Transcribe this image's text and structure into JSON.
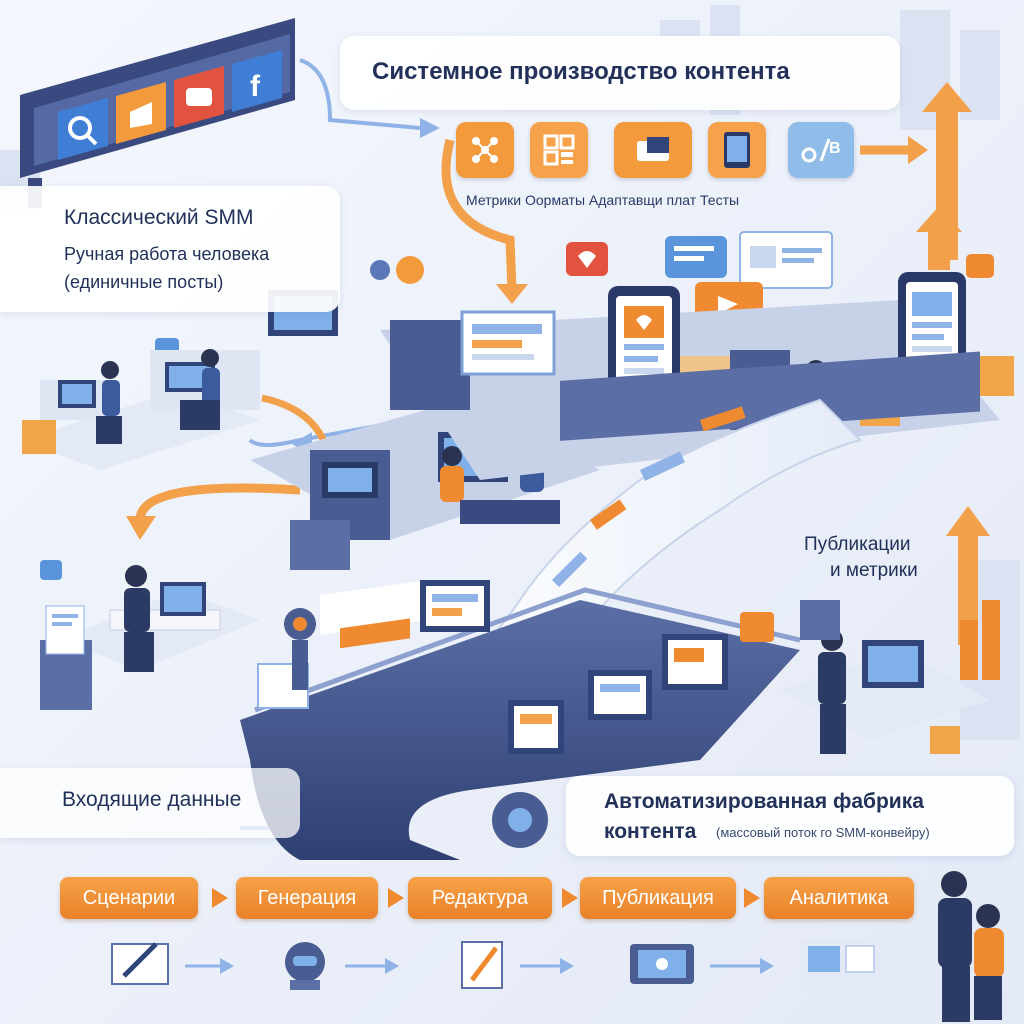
{
  "title": "Системное производство контента",
  "classic": {
    "heading": "Классический SMM",
    "line1": "Ручная работа человека",
    "line2": "(единичные посты)"
  },
  "features": {
    "labels": "Метрики  Оорматы  Адаптавщи плат Тесты",
    "tiles": [
      {
        "name": "network-icon",
        "color": "#f39a3c"
      },
      {
        "name": "grid-layout-icon",
        "color": "#f5a24a"
      },
      {
        "name": "chat-window-icon",
        "color": "#f39a3c"
      },
      {
        "name": "tablet-icon",
        "color": "#f5a24a"
      },
      {
        "name": "ab-test-icon",
        "color": "#8fbce8"
      }
    ]
  },
  "publications": {
    "line1": "Публикации",
    "line2": "и метрики"
  },
  "incoming": "Входящие данные",
  "factory": {
    "line1": "Автоматизированная фабрика",
    "line2": "контента",
    "note": "(массовый поток го SMM-конвейру)"
  },
  "steps": [
    {
      "label": "Сценарии"
    },
    {
      "label": "Генерация"
    },
    {
      "label": "Редактура"
    },
    {
      "label": "Публикация"
    },
    {
      "label": "Аналитика"
    }
  ],
  "colors": {
    "accent": "#f08a30",
    "blue": "#3f6fc4",
    "navy": "#27386b",
    "background": "#eef2fa"
  }
}
